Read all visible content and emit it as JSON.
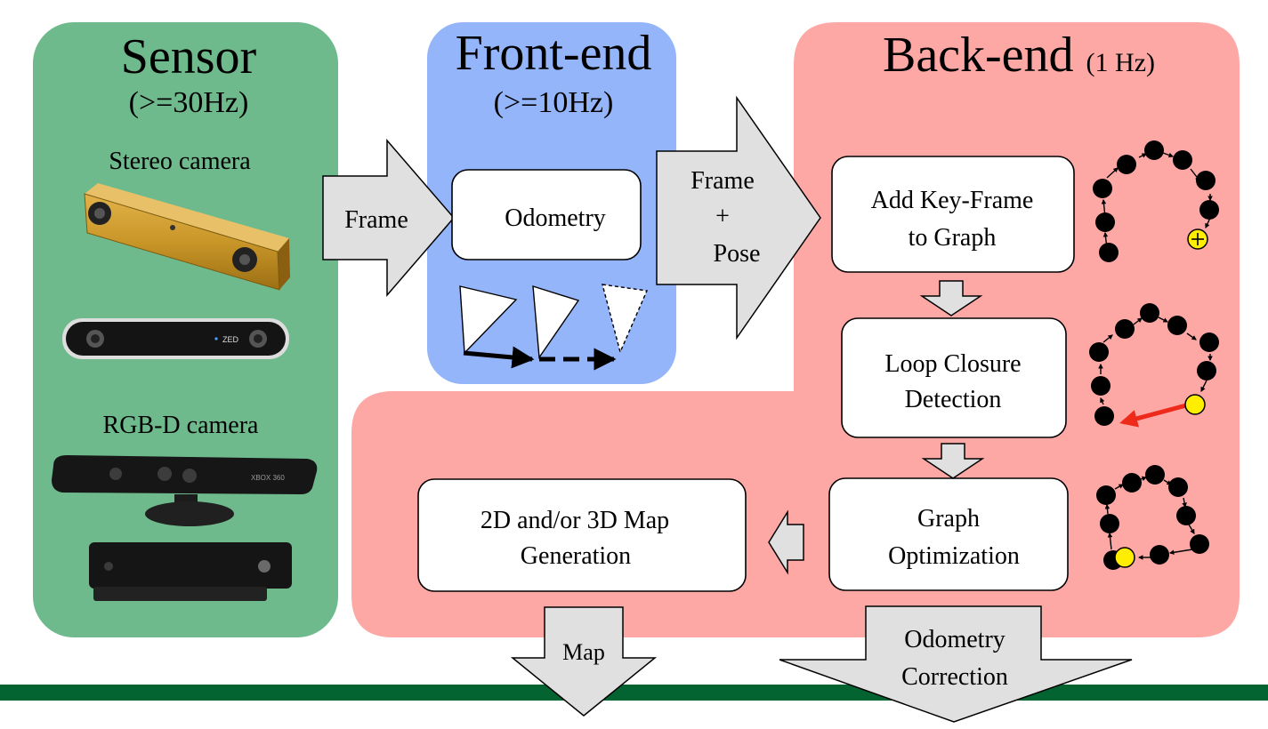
{
  "sensor": {
    "title": "Sensor",
    "rate": "(>=30Hz)",
    "stereo_label": "Stereo camera",
    "rgbd_label": "RGB-D camera",
    "zed_logo_text": "ZED",
    "kinect_logo_text": "XBOX 360"
  },
  "frontend": {
    "title": "Front-end",
    "rate": "(>=10Hz)",
    "odometry_label": "Odometry"
  },
  "backend": {
    "title": "Back-end",
    "rate": "(1 Hz)",
    "add_keyframe_line1": "Add Key-Frame",
    "add_keyframe_line2": "to Graph",
    "loop_closure_line1": "Loop Closure",
    "loop_closure_line2": "Detection",
    "graph_opt_line1": "Graph",
    "graph_opt_line2": "Optimization",
    "map_gen_line1": "2D and/or 3D Map",
    "map_gen_line2": "Generation"
  },
  "arrows": {
    "frame": "Frame",
    "frame_pose_line1": "Frame",
    "frame_pose_line2": "+",
    "frame_pose_line3": "Pose",
    "map": "Map",
    "odom_corr_line1": "Odometry",
    "odom_corr_line2": "Correction"
  },
  "colors": {
    "sensor_panel": "#6fba8c",
    "frontend_panel": "#95b5fb",
    "backend_panel": "#fea8a6",
    "bottom_bar": "#036432",
    "highlight_node": "#ffee00",
    "loop_edge": "#ee2a1a"
  }
}
